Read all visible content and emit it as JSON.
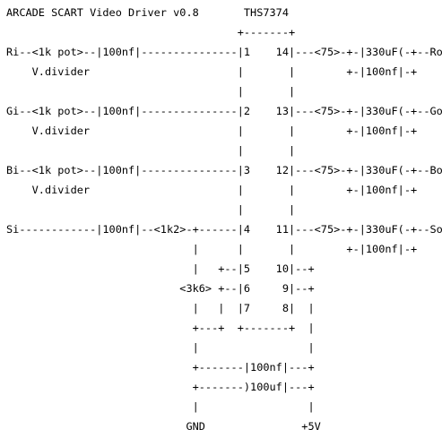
{
  "diagram": {
    "title": "ARCADE SCART Video Driver v0.8",
    "chip": "THS7374",
    "lines": [
      "ARCADE SCART Video Driver v0.8       THS7374",
      "                                    +-------+",
      "Ri--<1k pot>--|100nf|---------------|1    14|---<75>-+-|330uF(-+--Ro",
      "    V.divider                       |       |        +-|100nf|-+",
      "                                    |       |",
      "Gi--<1k pot>--|100nf|---------------|2    13|---<75>-+-|330uF(-+--Go",
      "    V.divider                       |       |        +-|100nf|-+",
      "                                    |       |",
      "Bi--<1k pot>--|100nf|---------------|3    12|---<75>-+-|330uF(-+--Bo",
      "    V.divider                       |       |        +-|100nf|-+",
      "                                    |       |",
      "Si------------|100nf|--<1k2>-+------|4    11|---<75>-+-|330uF(-+--So",
      "                             |      |       |        +-|100nf|-+",
      "                             |   +--|5    10|--+",
      "                           <3k6> +--|6     9|--+",
      "                             |   |  |7     8|  |",
      "                             +---+  +-------+  |",
      "                             |                 |",
      "                             +-------|100nf|---+",
      "                             +-------)100uf|---+",
      "                             |                 |",
      "                            GND               +5V"
    ]
  }
}
